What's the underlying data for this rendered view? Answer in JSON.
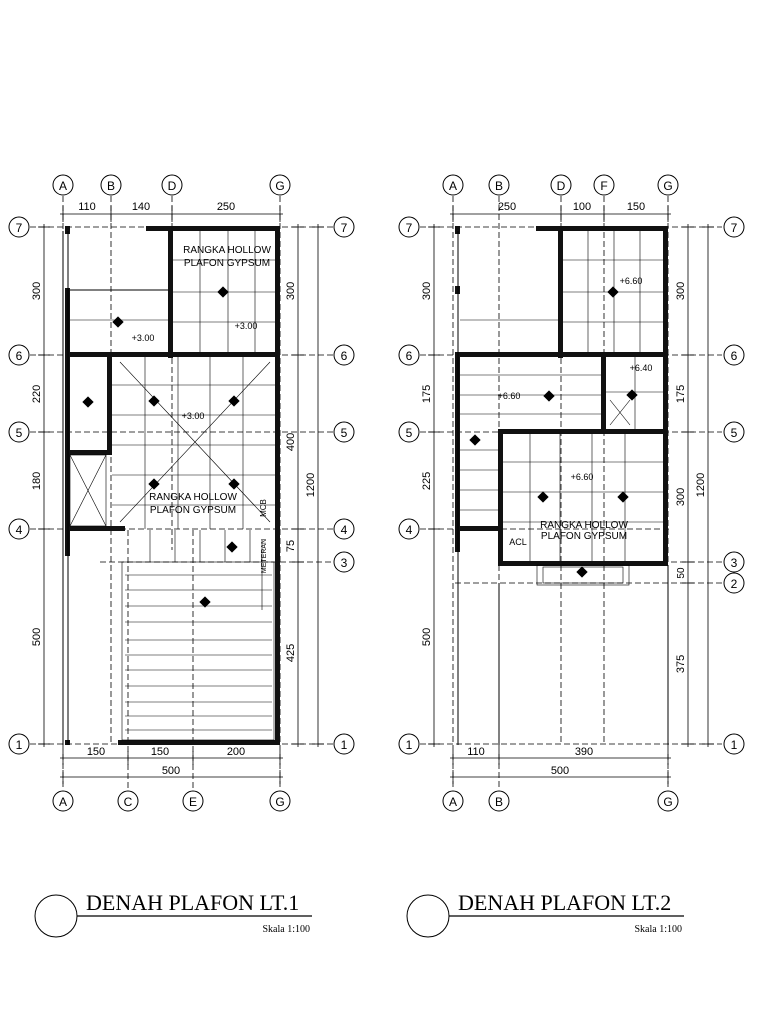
{
  "plans": [
    {
      "id": "lt1",
      "top_axes": [
        "A",
        "B",
        "D",
        "G"
      ],
      "top_dims": [
        "110",
        "140",
        "250"
      ],
      "bottom_axes": [
        "A",
        "C",
        "E",
        "G"
      ],
      "bottom_dims": [
        "150",
        "150",
        "200"
      ],
      "bottom_total": "500",
      "left_dims": [
        "300",
        "220",
        "180",
        "500"
      ],
      "right_dims": [
        "300",
        "400",
        "75",
        "425"
      ],
      "right_total": "1200",
      "rows_left": [
        "7",
        "6",
        "5",
        "4",
        "1"
      ],
      "rows_right": [
        "7",
        "6",
        "5",
        "4",
        "3",
        "1"
      ],
      "labels": {
        "note_top_1": "RANGKA HOLLOW",
        "note_top_2": "PLAFON GYPSUM",
        "note_mid_1": "RANGKA HOLLOW",
        "note_mid_2": "PLAFON GYPSUM",
        "level_a": "+3.00",
        "level_b": "+3.00",
        "level_c": "+3.00",
        "mcb": "MCB",
        "meter": "METERAN"
      },
      "title": "DENAH PLAFON LT.1",
      "scale": "Skala 1:100"
    },
    {
      "id": "lt2",
      "top_axes": [
        "A",
        "B",
        "D",
        "F",
        "G"
      ],
      "top_dims": [
        "250",
        "100",
        "150"
      ],
      "bottom_axes": [
        "A",
        "B",
        "G"
      ],
      "bottom_dims": [
        "110",
        "390"
      ],
      "bottom_total": "500",
      "left_dims": [
        "300",
        "175",
        "225",
        "500"
      ],
      "right_dims": [
        "300",
        "175",
        "300",
        "50",
        "375"
      ],
      "right_total": "1200",
      "rows_left": [
        "7",
        "6",
        "5",
        "4",
        "1"
      ],
      "rows_right": [
        "7",
        "6",
        "5",
        "3",
        "2",
        "1"
      ],
      "labels": {
        "note_1": "RANGKA HOLLOW",
        "note_2": "PLAFON GYPSUM",
        "level_a": "+6.60",
        "level_b": "+6.60",
        "level_c": "+6.40",
        "level_d": "+6.60",
        "acl": "ACL"
      },
      "title": "DENAH PLAFON LT.2",
      "scale": "Skala 1:100"
    }
  ]
}
